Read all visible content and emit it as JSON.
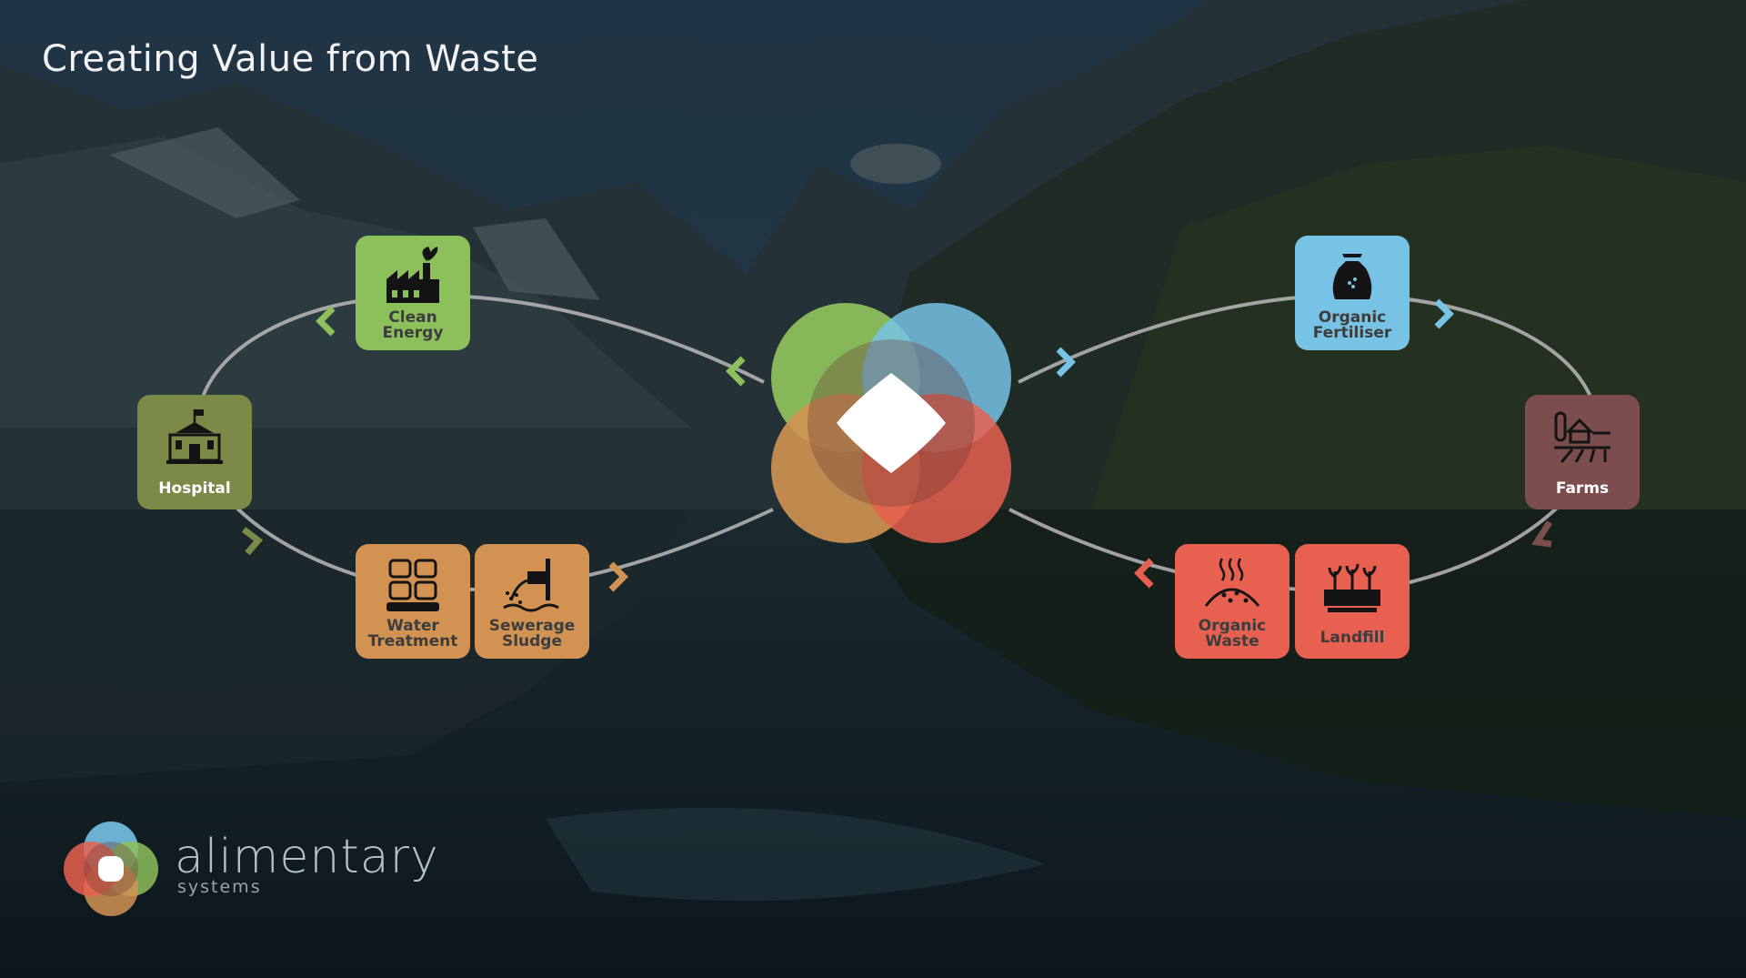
{
  "title": "Creating Value from Waste",
  "brand": {
    "name": "alimentary",
    "tagline": "systems"
  },
  "colors": {
    "green": "#8cc05b",
    "blue": "#76c3e6",
    "olive": "#7c8a48",
    "orange": "#d29352",
    "red": "#e8604f",
    "brown": "#7b4d4c",
    "loop": "#b8b8b8"
  },
  "nodes": {
    "clean_energy": {
      "line1": "Clean",
      "line2": "Energy",
      "icon": "factory-leaf-icon"
    },
    "hospital": {
      "line1": "Hospital",
      "icon": "hospital-icon"
    },
    "water_treatment": {
      "line1": "Water",
      "line2": "Treatment",
      "icon": "water-treatment-icon"
    },
    "sewerage_sludge": {
      "line1": "Sewerage",
      "line2": "Sludge",
      "icon": "sludge-pipe-icon"
    },
    "organic_fertiliser": {
      "line1": "Organic",
      "line2": "Fertiliser",
      "icon": "fertiliser-bag-icon"
    },
    "farms": {
      "line1": "Farms",
      "icon": "farm-barn-icon"
    },
    "landfill": {
      "line1": "Landfill",
      "icon": "landfill-icon"
    },
    "organic_waste": {
      "line1": "Organic",
      "line2": "Waste",
      "icon": "compost-heap-icon"
    }
  }
}
